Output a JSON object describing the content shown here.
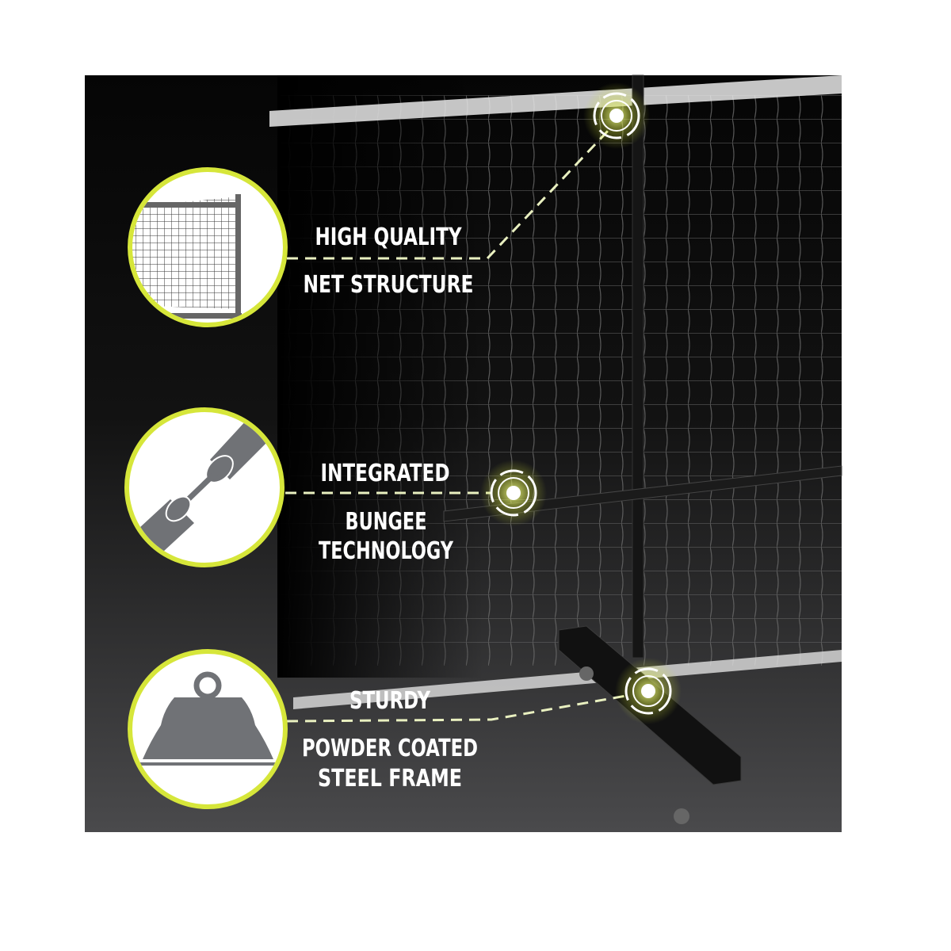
{
  "accent_color": "#d6e63a",
  "features": [
    {
      "icon": "net-icon",
      "lines": [
        "HIGH QUALITY",
        "NET STRUCTURE"
      ]
    },
    {
      "icon": "bungee-connector-icon",
      "lines": [
        "INTEGRATED",
        "BUNGEE",
        "TECHNOLOGY"
      ]
    },
    {
      "icon": "weight-icon",
      "lines": [
        "STURDY",
        "POWDER COATED",
        "STEEL FRAME"
      ]
    }
  ]
}
